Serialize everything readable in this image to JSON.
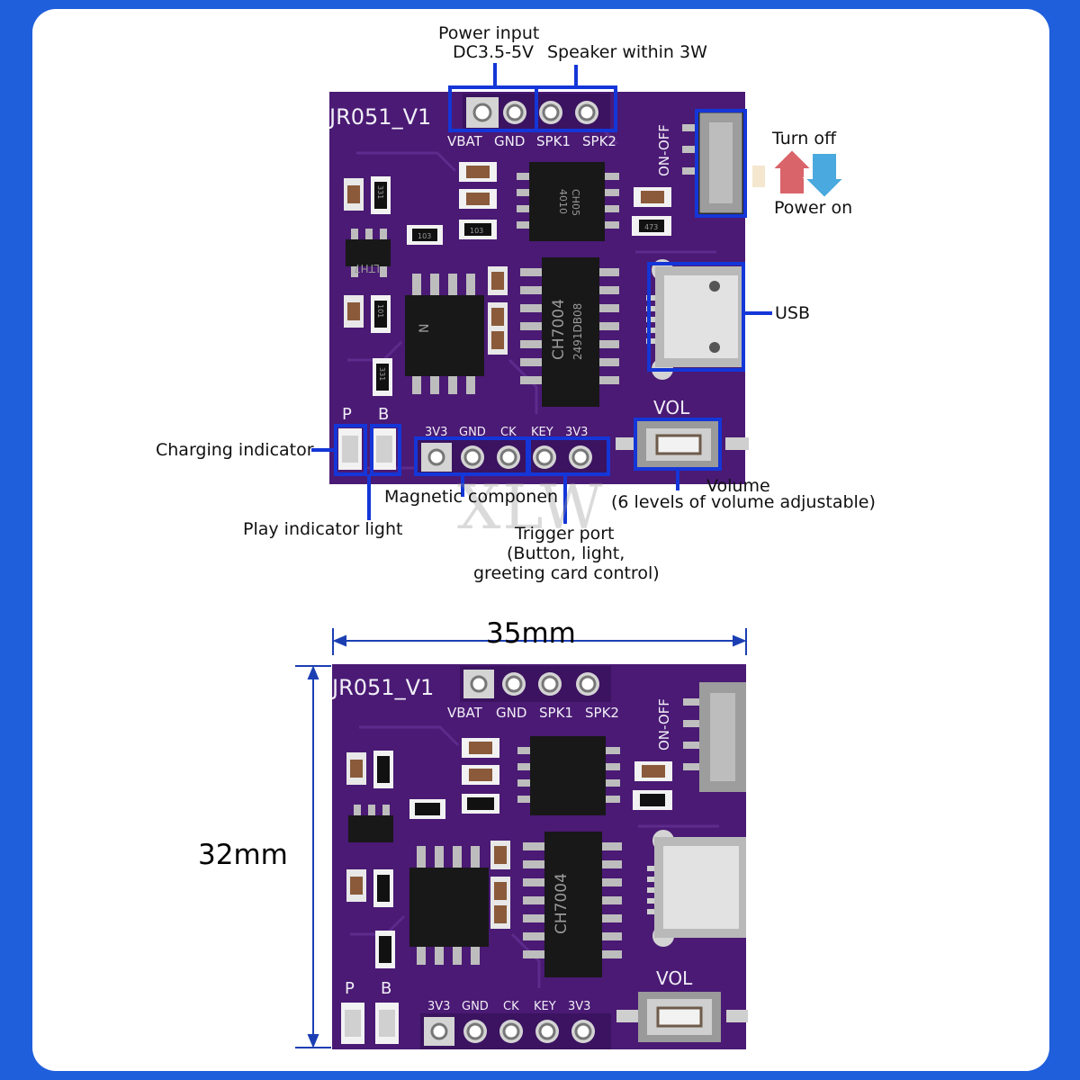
{
  "board": {
    "name": "JR051_V1",
    "header_pins": [
      "VBAT",
      "GND",
      "SPK1",
      "SPK2"
    ],
    "bottom_pins": [
      "3V3",
      "GND",
      "CK",
      "KEY",
      "3V3"
    ],
    "switch_label": "ON-OFF",
    "vol_label": "VOL",
    "led_labels": [
      "P",
      "B"
    ],
    "chip_main": [
      "CH7004",
      "2491DB08"
    ],
    "chip_small": [
      "CH05",
      "4010"
    ],
    "resistor_codes": [
      "331",
      "103",
      "103",
      "101",
      "331",
      "473"
    ],
    "transistor_code": "LTH7",
    "mosfet_mark": "N"
  },
  "callouts": {
    "power_input": "Power input",
    "power_voltage": "DC3.5-5V",
    "speaker": "Speaker within 3W",
    "turn_off": "Turn off",
    "power_on": "Power on",
    "usb": "USB",
    "charging_indicator": "Charging indicator",
    "play_indicator": "Play indicator light",
    "magnetic": "Magnetic componen",
    "volume": "Volume",
    "volume_detail": "(6 levels of volume adjustable)",
    "trigger_port": "Trigger port",
    "trigger_detail_1": "(Button, light,",
    "trigger_detail_2": "greeting card control)"
  },
  "dimensions": {
    "width_label": "35mm",
    "height_label": "32mm"
  },
  "watermark": "XLW",
  "colors": {
    "background": "#1f5fdc",
    "card": "#ffffff",
    "pcb": "#4a1a74",
    "highlight": "#1436d8",
    "dimension_line": "#1b3fb3",
    "arrow_up": "#d9646a",
    "arrow_down": "#4aa9de"
  }
}
